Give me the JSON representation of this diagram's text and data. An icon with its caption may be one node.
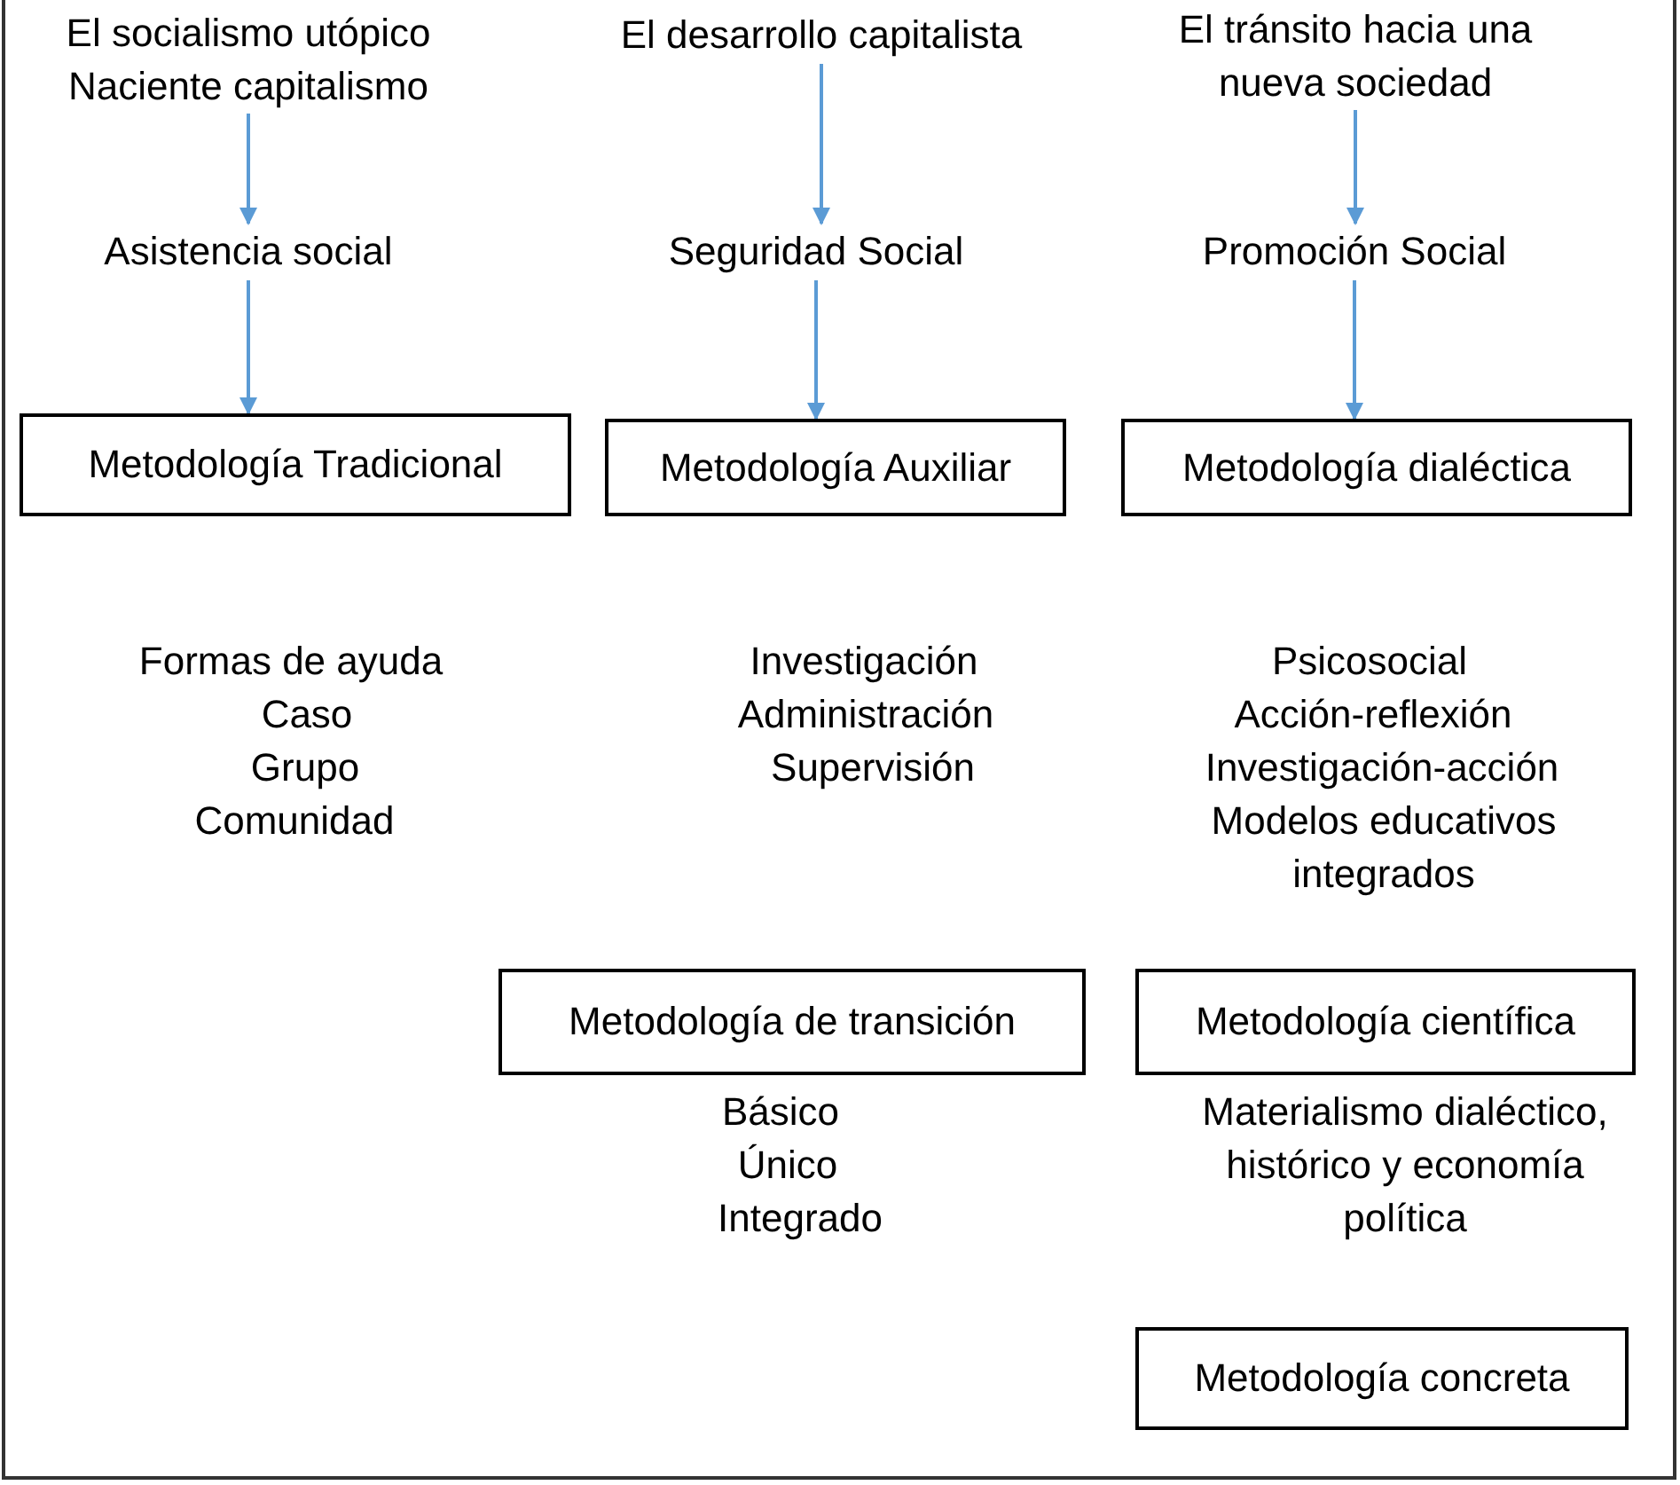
{
  "diagram": {
    "nodes": [
      {
        "text": [
          "El socialismo utópico Naciente capitalismo"
        ]
      },
      {
        "text": [
          "El desarrollo capitalista"
        ]
      },
      {
        "text": [
          "El tránsito hacia una nueva sociedad"
        ]
      },
      {
        "text": [
          "Asistencia social"
        ]
      },
      {
        "text": [
          "Seguridad Social"
        ]
      },
      {
        "text": [
          "Promoción Social"
        ]
      },
      {
        "text": [
          "Metodología Tradicional"
        ]
      },
      {
        "text": [
          "Metodología Auxiliar"
        ]
      },
      {
        "text": [
          "Metodología dialéctica"
        ]
      },
      {
        "text": [
          "Metodología de transición"
        ]
      },
      {
        "text": [
          "Metodología científica"
        ]
      },
      {
        "text": [
          "Metodología concreta"
        ]
      }
    ],
    "edges": [
      {
        "from": 0,
        "to": 3,
        "arrow": "to"
      },
      {
        "from": 1,
        "to": 4,
        "arrow": "to"
      },
      {
        "from": 2,
        "to": 5,
        "arrow": "to"
      },
      {
        "from": 3,
        "to": 6,
        "arrow": "to"
      },
      {
        "from": 4,
        "to": 7,
        "arrow": "to"
      },
      {
        "from": 5,
        "to": 8,
        "arrow": "to"
      }
    ],
    "labels": [
      "Formas de ayuda",
      "Caso",
      "Grupo",
      "Comunidad",
      "Investigación",
      "Administración",
      "Supervisión",
      "Psicosocial",
      "Acción-reflexión",
      "Investigación-acción",
      "Modelos educativos integrados",
      "Básico",
      "Único",
      "Integrado",
      "Materialismo dialéctico, histórico y economía política"
    ]
  }
}
